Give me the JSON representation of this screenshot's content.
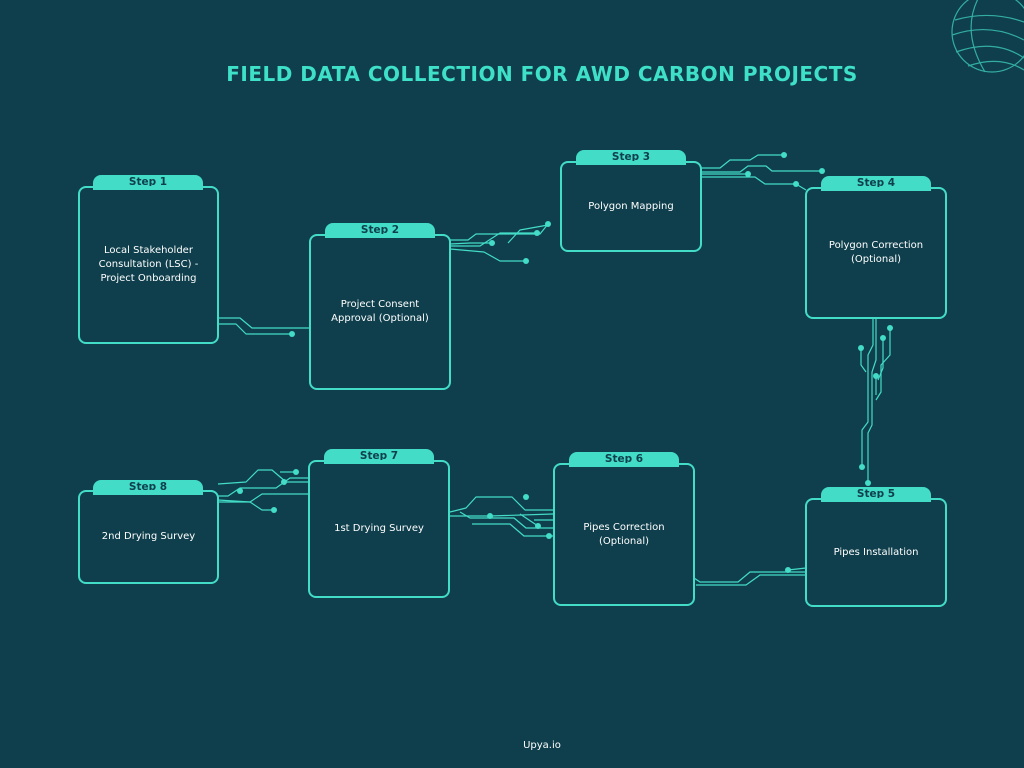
{
  "diagram": {
    "title": "FIELD DATA COLLECTION FOR AWD CARBON PROJECTS",
    "footer": "Upya.io",
    "steps": [
      {
        "label": "Step 1",
        "text": "Local Stakeholder\nConsultation (LSC) -\nProject Onboarding"
      },
      {
        "label": "Step 2",
        "text": "Project Consent\nApproval (Optional)"
      },
      {
        "label": "Step 3",
        "text": "Polygon Mapping"
      },
      {
        "label": "Step 4",
        "text": "Polygon Correction\n(Optional)"
      },
      {
        "label": "Step 5",
        "text": "Pipes Installation"
      },
      {
        "label": "Step 6",
        "text": "Pipes Correction\n(Optional)"
      },
      {
        "label": "Step 7",
        "text": "1st Drying Survey"
      },
      {
        "label": "Step 8",
        "text": "2nd Drying Survey"
      }
    ]
  },
  "colors": {
    "background": "#0f3f4c",
    "accent": "#43dcc6",
    "title": "#3ee0c7",
    "text": "#ffffff"
  }
}
